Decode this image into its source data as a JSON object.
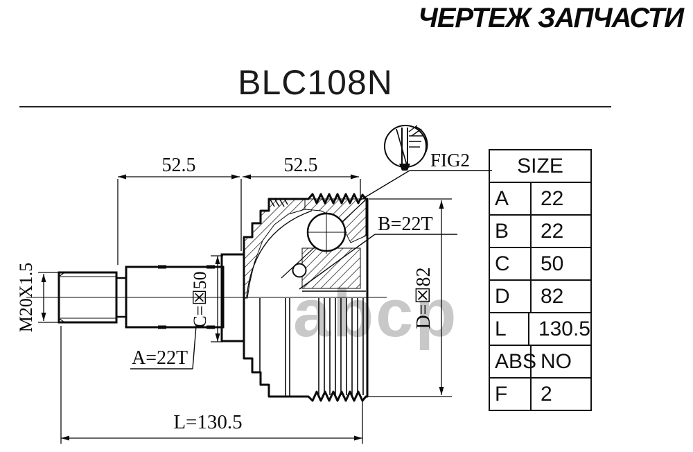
{
  "header": {
    "title": "ЧЕРТЕЖ ЗАПЧАСТИ"
  },
  "part": {
    "number": "BLC108N"
  },
  "watermark": {
    "text": "abcp"
  },
  "figure": {
    "label": "FIG2"
  },
  "dimensions": {
    "top_left": "52.5",
    "top_right": "52.5",
    "length": "L=130.5",
    "thread": "M20X1.5",
    "spline_a": "A=22T",
    "spline_b": "B=22T",
    "dia_c": "C=☒50",
    "dia_d": "D=☒82"
  },
  "size_table": {
    "header": "SIZE",
    "rows": [
      {
        "label": "A",
        "value": "22"
      },
      {
        "label": "B",
        "value": "22"
      },
      {
        "label": "C",
        "value": "50"
      },
      {
        "label": "D",
        "value": "82"
      },
      {
        "label": "L",
        "value": "130.5"
      },
      {
        "label": "ABS",
        "value": "NO"
      },
      {
        "label": "F",
        "value": "2"
      }
    ]
  }
}
